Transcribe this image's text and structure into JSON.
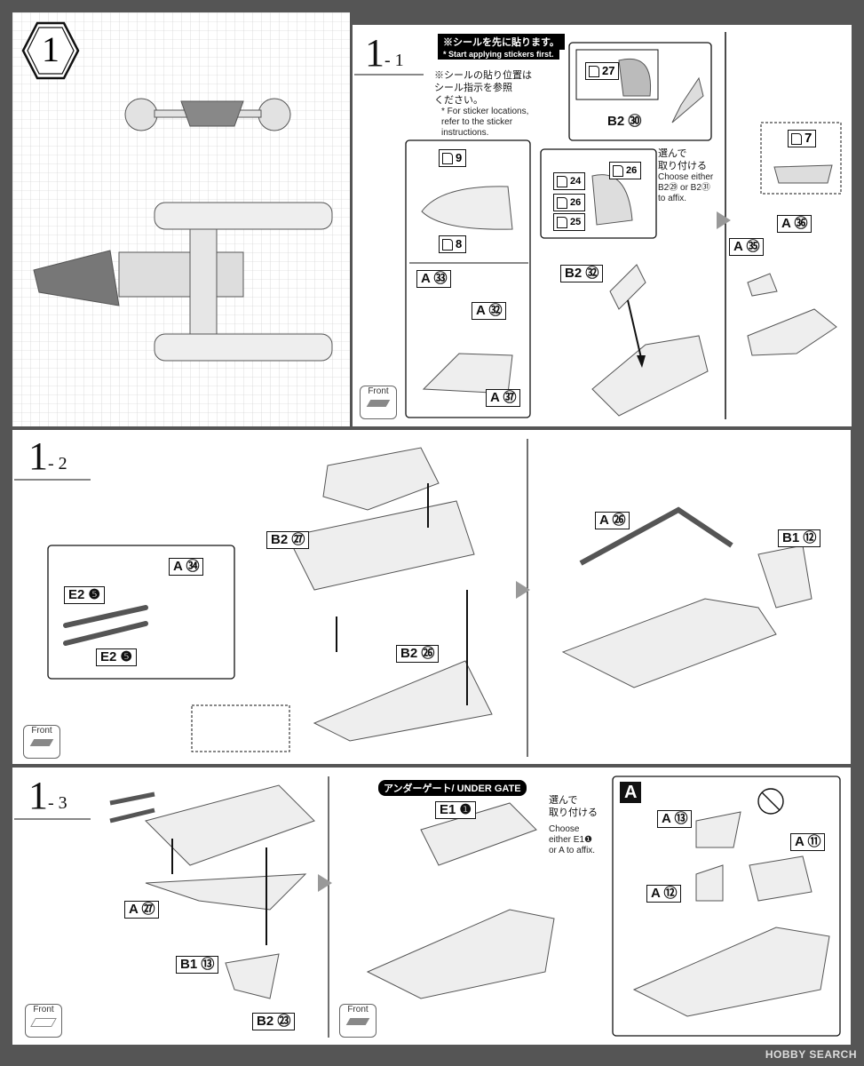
{
  "step_main": {
    "number": "1"
  },
  "step_1_1": {
    "title": "1",
    "sub": "- 1",
    "badge": "※シールを先に貼ります。",
    "badge_en": "* Start applying stickers first.",
    "note_jp": "※シールの貼り位置は\nシール指示を参照\nください。",
    "note_en": "* For sticker locations,\nrefer to the sticker\ninstructions.",
    "stickers": {
      "s27": "27",
      "s9": "9",
      "s8": "8",
      "s24": "24",
      "s26a": "26",
      "s26b": "26",
      "s25": "25",
      "s7": "7"
    },
    "parts": {
      "b2_30": "B2 ㉚",
      "a33": "A ㉝",
      "a32": "A ㉜",
      "a37": "A ㊲",
      "b2_32": "B2 ㉜",
      "a36": "A ㊱",
      "a35": "A ㉟"
    },
    "choose_jp": "選んで\n取り付ける",
    "choose_en": "Choose either\nB2㉙ or B2㉛\nto affix.",
    "front": "Front"
  },
  "step_1_2": {
    "title": "1",
    "sub": "- 2",
    "parts": {
      "b2_27": "B2 ㉗",
      "a34": "A ㉞",
      "e2_5a": "E2 ❺",
      "e2_5b": "E2 ❺",
      "b2_26": "B2 ㉖",
      "a26": "A ㉖",
      "b1_12": "B1 ⑫"
    },
    "front": "Front"
  },
  "step_1_3": {
    "title": "1",
    "sub": "- 3",
    "parts": {
      "a27": "A ㉗",
      "b1_13": "B1 ⑬",
      "b2_23": "B2 ㉓",
      "e1_1": "E1 ❶",
      "a13": "A ⑬",
      "a11": "A ⑪",
      "a12": "A ⑫",
      "a_box": "A"
    },
    "under_gate": "アンダーゲート/ UNDER GATE",
    "choose_jp": "選んで\n取り付ける",
    "choose_en": "Choose\neither E1❶\nor A to affix.",
    "front_a": "Front",
    "front_b": "Front"
  },
  "watermark": "HOBBY SEARCH"
}
